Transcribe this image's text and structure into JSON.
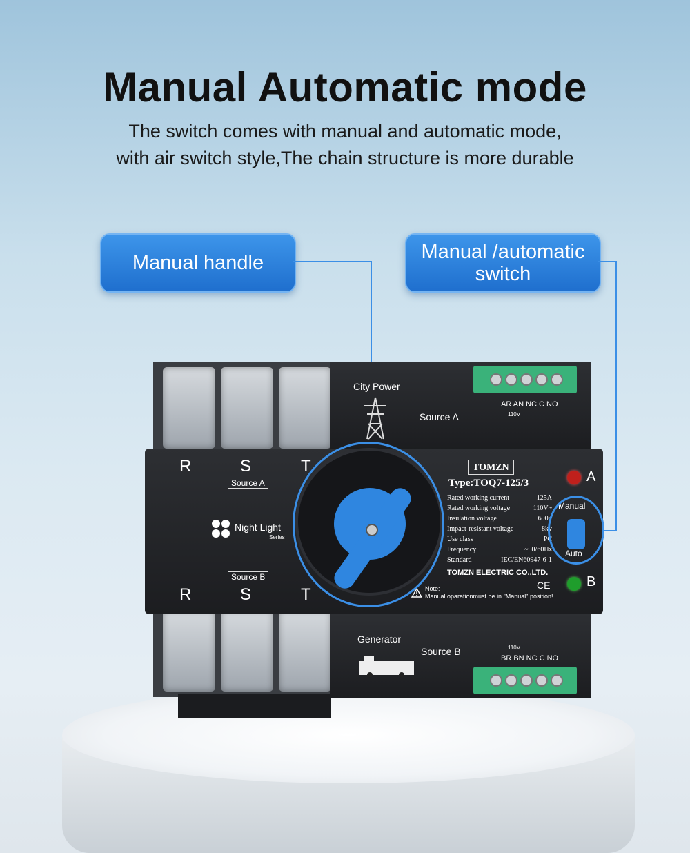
{
  "header": {
    "title": "Manual Automatic mode",
    "subtitle_line1": "The switch comes with manual and automatic mode,",
    "subtitle_line2": "with air switch style,The chain structure is more durable"
  },
  "callouts": {
    "handle": "Manual handle",
    "switch_line1": "Manual /automatic",
    "switch_line2": "switch"
  },
  "device": {
    "phase_top": [
      "R",
      "S",
      "T"
    ],
    "phase_bottom": [
      "R",
      "S",
      "T"
    ],
    "source_a_tag": "Source A",
    "source_b_tag": "Source B",
    "brand_series": "Night Light",
    "brand_series_sub": "Series",
    "city_power": "City Power",
    "source_a": "Source A",
    "generator": "Generator",
    "source_b": "Source B",
    "terminals_top": "AR AN  NC  C  NO",
    "terminals_top_sub": "110V",
    "terminals_bot_sub": "110V",
    "terminals_bot": "BR BN  NC  C  NO",
    "brand": "TOMZN",
    "type": "Type:TOQ7-125/3",
    "specs": [
      {
        "k": "Rated working current",
        "v": "125A"
      },
      {
        "k": "Rated working voltage",
        "v": "110V~"
      },
      {
        "k": "Insulation voltage",
        "v": "690~"
      },
      {
        "k": "Impact-resistant voltage",
        "v": "8kv"
      },
      {
        "k": "Use class",
        "v": "PC"
      },
      {
        "k": "Frequency",
        "v": "~50/60Hz"
      },
      {
        "k": "Standard",
        "v": "IEC/EN60947-6-1"
      }
    ],
    "company": "TOMZN ELECTRIC CO.,LTD.",
    "note_label": "Note:",
    "note_text": "Manual oparationmust be in \"Manual\" position!",
    "led_a_label": "A",
    "led_b_label": "B",
    "switch_manual": "Manual",
    "switch_auto": "Auto",
    "ce_mark": "CE"
  },
  "colors": {
    "accent": "#2f86e0",
    "device_body": "#1c1d20"
  }
}
